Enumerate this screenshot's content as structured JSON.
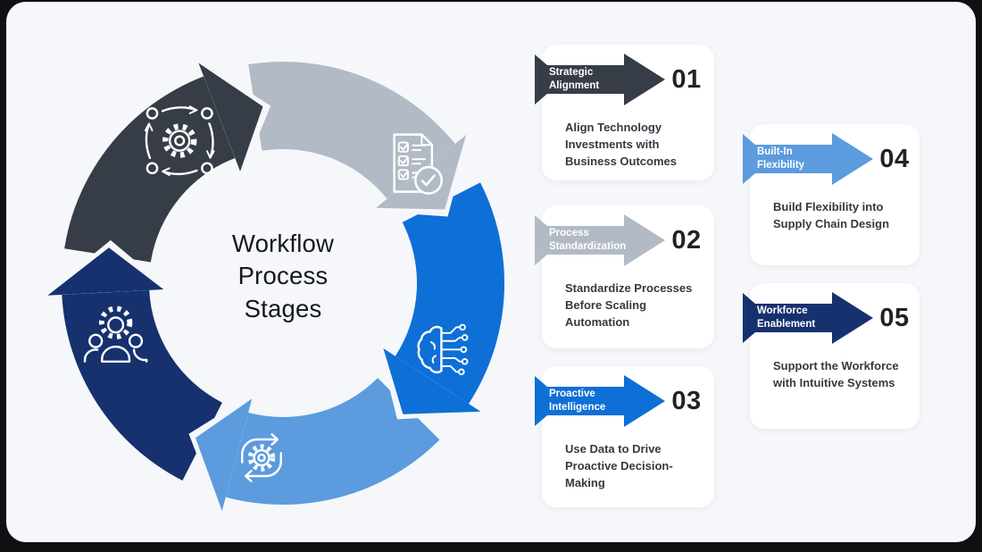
{
  "title": {
    "center": "Workflow Process Stages"
  },
  "colors": {
    "outer_bg": "#0e1013",
    "canvas_bg": "#f5f7fa",
    "card_bg": "#ffffff",
    "number_text": "#202327",
    "description_text": "#333a42",
    "title_text": "#15181c",
    "banner_label_text": "#ffffff"
  },
  "stages": [
    {
      "number": "01",
      "label": "Strategic Alignment",
      "description": "Align Technology Investments with Business Outcomes",
      "color": "#363d46",
      "icon": "process-automation-icon"
    },
    {
      "number": "02",
      "label": "Process Standardization",
      "description": "Standardize Processes Before Scaling Automation",
      "color": "#b2bac6",
      "icon": "checklist-icon"
    },
    {
      "number": "03",
      "label": "Proactive Intelligence",
      "description": "Use Data to Drive Proactive Decision-Making",
      "color": "#0e6fd6",
      "icon": "brain-circuit-icon"
    },
    {
      "number": "04",
      "label": "Built-In Flexibility",
      "description": "Build Flexibility into Supply Chain Design",
      "color": "#5b9bde",
      "icon": "iteration-gear-icon"
    },
    {
      "number": "05",
      "label": "Workforce Enablement",
      "description": "Support the Workforce with Intuitive Systems",
      "color": "#16316e",
      "icon": "team-gear-icon"
    }
  ]
}
